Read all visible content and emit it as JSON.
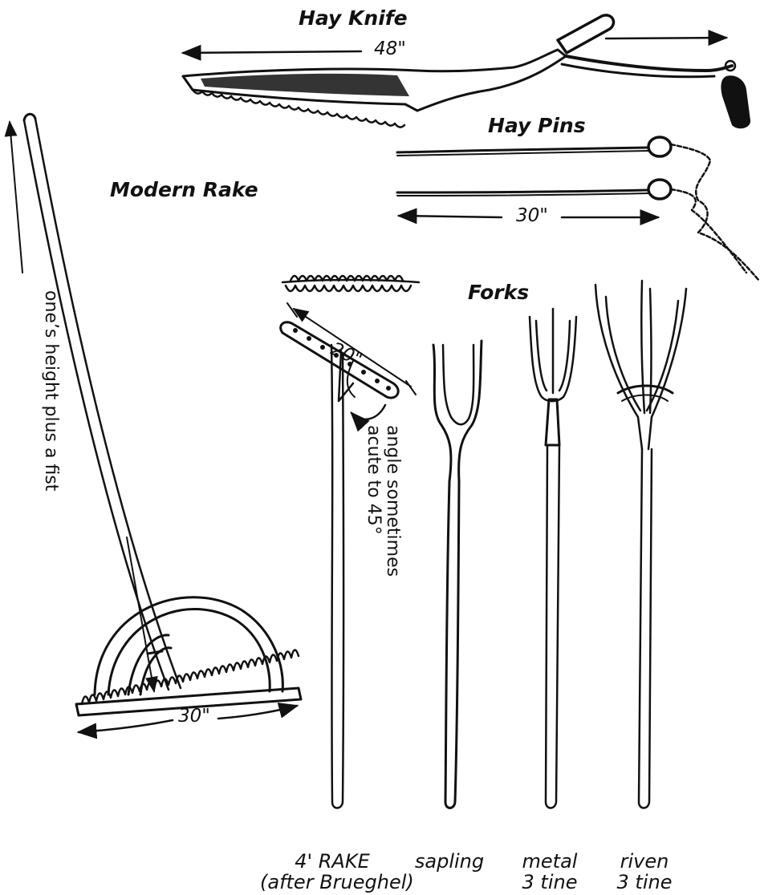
{
  "titles": {
    "hay_knife": "Hay Knife",
    "hay_pins": "Hay Pins",
    "modern_rake": "Modern Rake",
    "forks": "Forks"
  },
  "dimensions": {
    "knife_length": "48\"",
    "pins_length": "30\"",
    "rake_head_length": "20\"",
    "modern_rake_width": "30\""
  },
  "notes": {
    "handle_length": "one’s height plus a fist",
    "angle_line1": "angle sometimes",
    "angle_line2": "acute to 45°"
  },
  "captions": {
    "rake": {
      "line1": "4' RAKE",
      "line2": "(after Brueghel)"
    },
    "sapling": {
      "line1": "sapling"
    },
    "metal": {
      "line1": "metal",
      "line2": "3 tine"
    },
    "riven": {
      "line1": "riven",
      "line2": "3 tine"
    }
  },
  "colors": {
    "ink": "#111111",
    "paper": "#ffffff"
  }
}
